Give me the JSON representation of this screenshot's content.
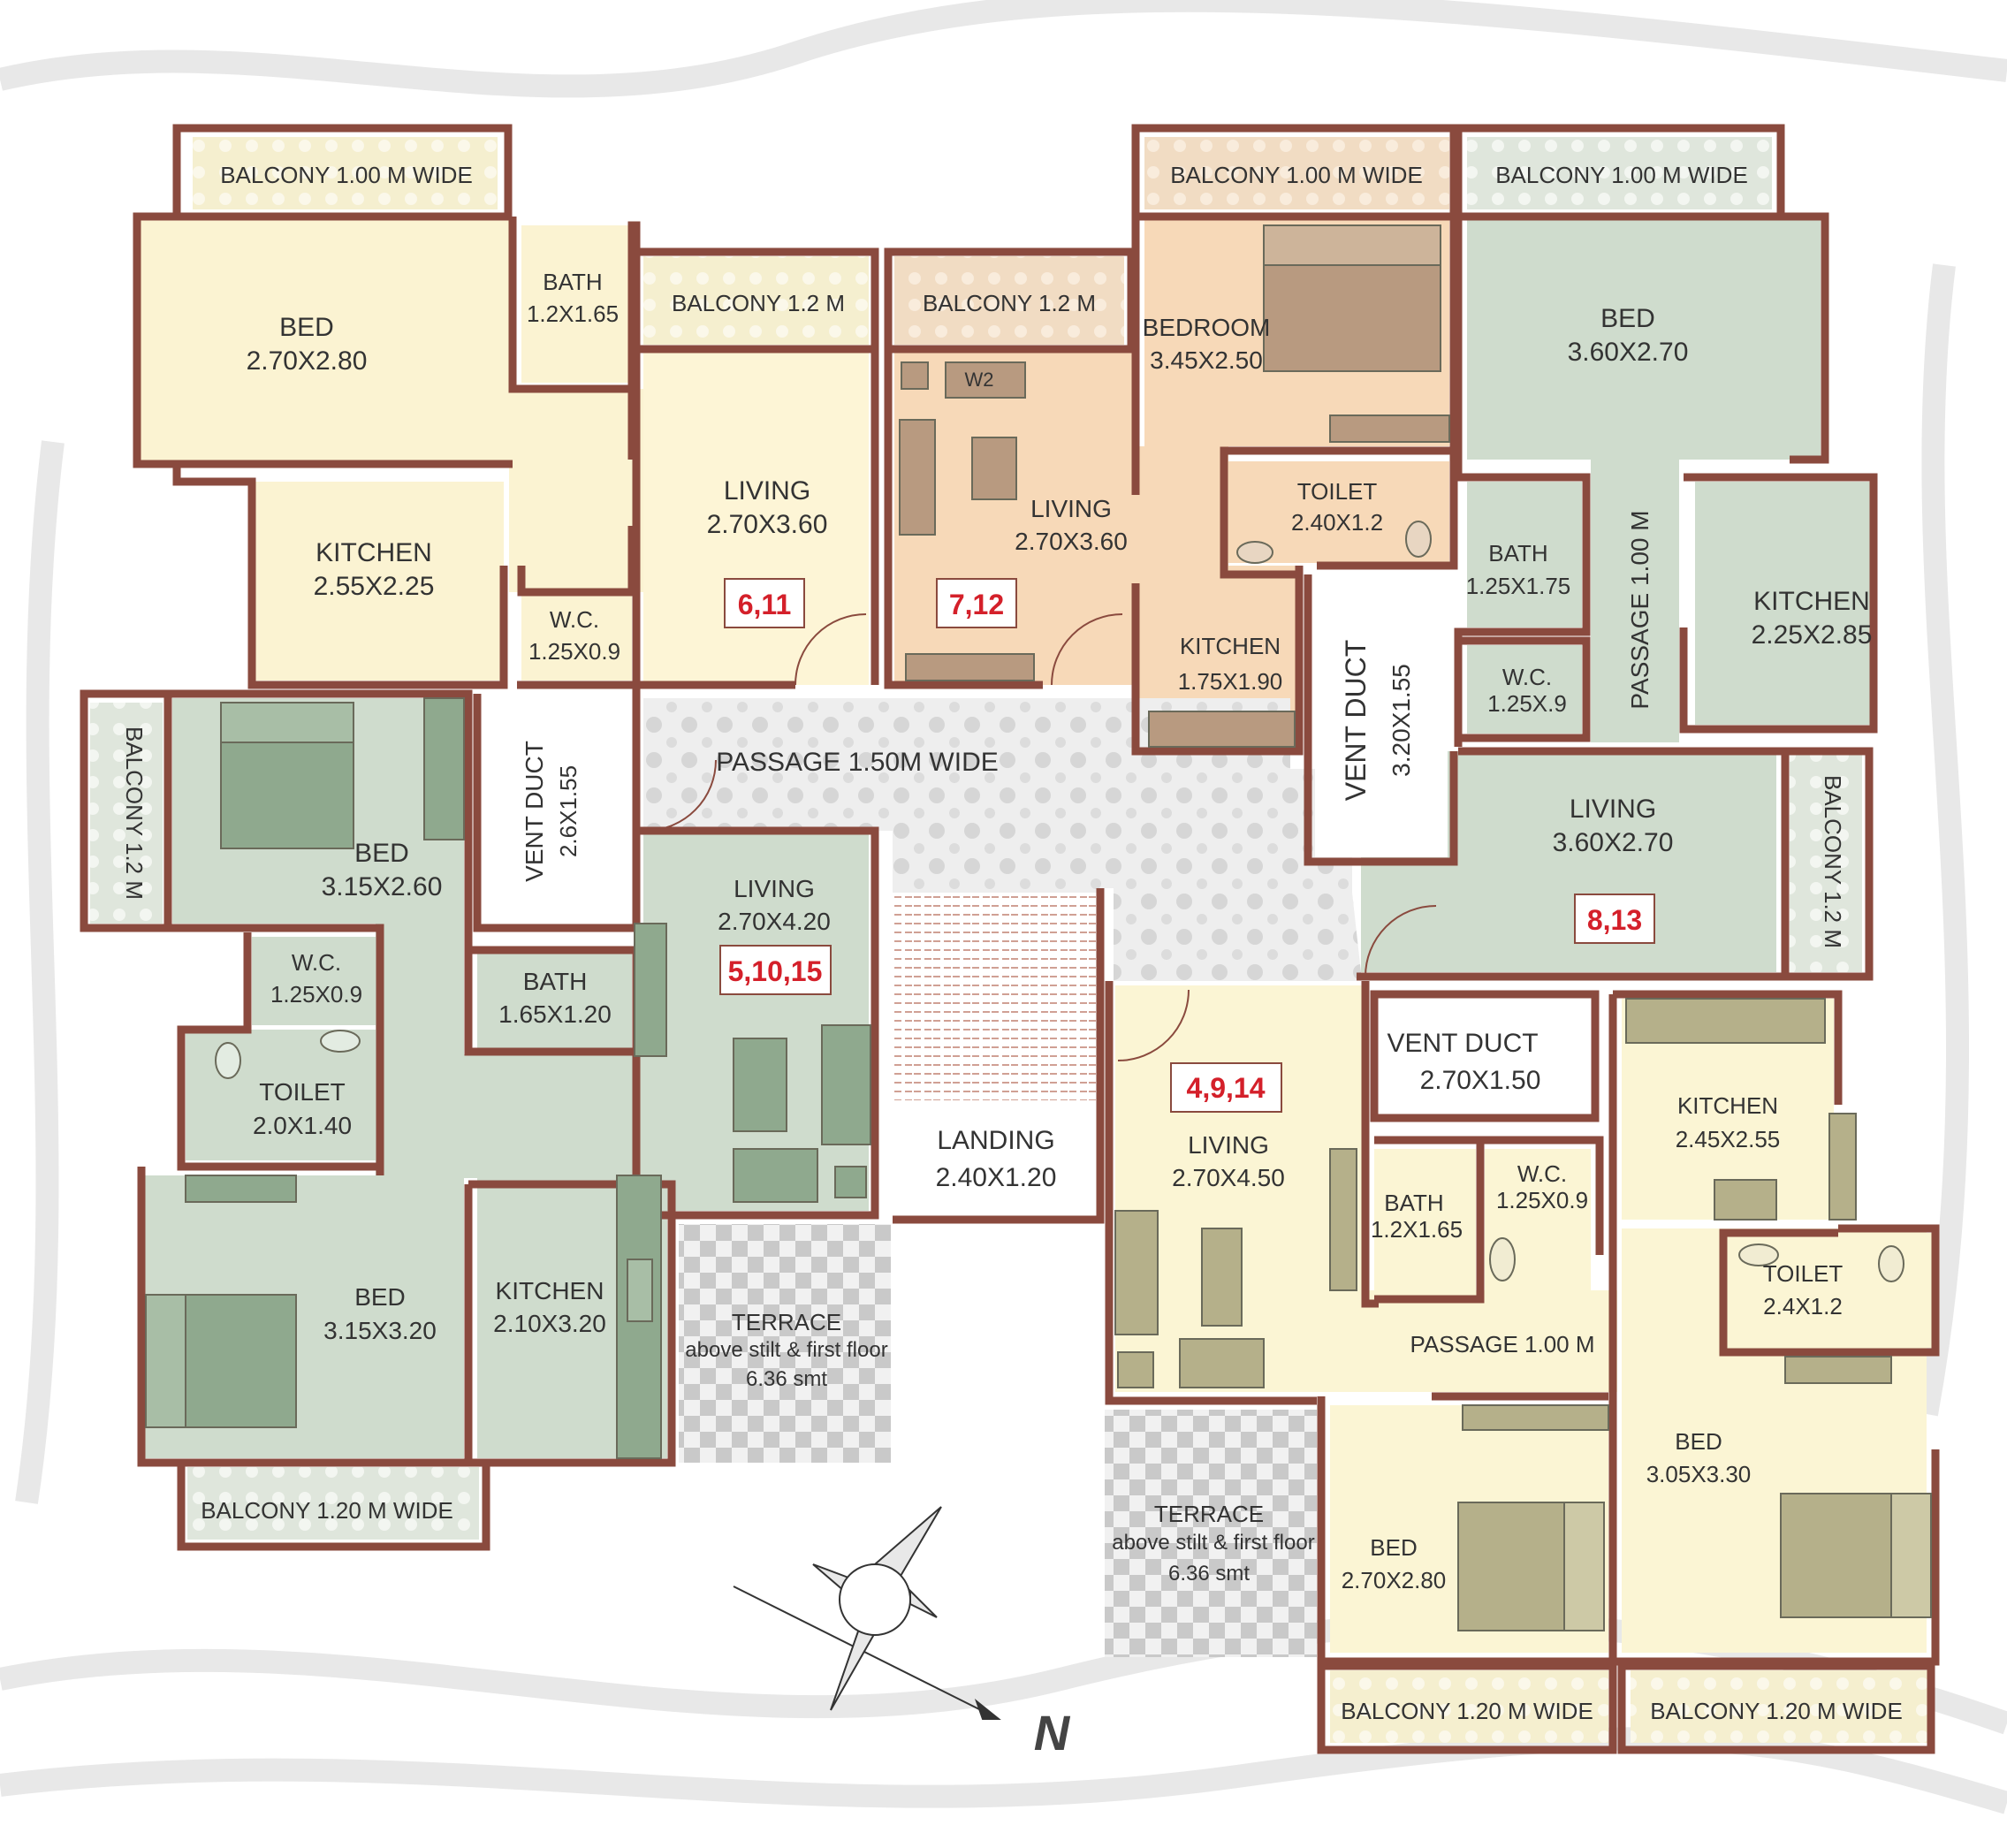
{
  "colors": {
    "wall": "#8a4a3e",
    "yellow_unit": "#fbf3d2",
    "peach_unit": "#f7d9b8",
    "green_unit": "#cfdccd",
    "cream_unit": "#fbf5d4",
    "red_label": "#d4202a"
  },
  "rooms": {
    "balcony_top_left": "BALCONY 1.00 M WIDE",
    "bed_tl_name": "BED",
    "bed_tl_size": "2.70X2.80",
    "bath_tl_name": "BATH",
    "bath_tl_size": "1.2X1.65",
    "balcony_12_a": "BALCONY 1.2 M",
    "living_6_name": "LIVING",
    "living_6_size": "2.70X3.60",
    "unit_6_11": "6,11",
    "kitchen_tl_name": "KITCHEN",
    "kitchen_tl_size": "2.55X2.25",
    "wc_tl_name": "W.C.",
    "wc_tl_size": "1.25X0.9",
    "balcony_12_b": "BALCONY 1.2 M",
    "w2": "W2",
    "living_7_name": "LIVING",
    "living_7_size": "2.70X3.60",
    "unit_7_12": "7,12",
    "balcony_top_mid": "BALCONY 1.00 M WIDE",
    "bedroom_name": "BEDROOM",
    "bedroom_size": "3.45X2.50",
    "toilet_tm_name": "TOILET",
    "toilet_tm_size": "2.40X1.2",
    "kitchen_tm_name": "KITCHEN",
    "kitchen_tm_size": "1.75X1.90",
    "balcony_top_right": "BALCONY 1.00 M WIDE",
    "bed_tr_name": "BED",
    "bed_tr_size": "3.60X2.70",
    "bath_tr_name": "BATH",
    "bath_tr_size": "1.25X1.75",
    "wc_tr_name": "W.C.",
    "wc_tr_size": "1.25X.9",
    "passage_right": "PASSAGE 1.00 M",
    "kitchen_tr_name": "KITCHEN",
    "kitchen_tr_size": "2.25X2.85",
    "vent_duct_big_name": "VENT DUCT",
    "vent_duct_big_size": "3.20X1.55",
    "living_8_name": "LIVING",
    "living_8_size": "3.60X2.70",
    "unit_8_13": "8,13",
    "balcony_right_vert": "BALCONY 1.2 M",
    "passage_main": "PASSAGE 1.50M WIDE",
    "balcony_left_vert": "BALCONY 1.2 M",
    "bed_ml_name": "BED",
    "bed_ml_size": "3.15X2.60",
    "vent_duct_left_name": "VENT DUCT",
    "vent_duct_left_size": "2.6X1.55",
    "living_5_name": "LIVING",
    "living_5_size": "2.70X4.20",
    "unit_5_10_15": "5,10,15",
    "wc_ml_name": "W.C.",
    "wc_ml_size": "1.25X0.9",
    "bath_ml_name": "BATH",
    "bath_ml_size": "1.65X1.20",
    "toilet_ml_name": "TOILET",
    "toilet_ml_size": "2.0X1.40",
    "landing_name": "LANDING",
    "landing_size": "2.40X1.20",
    "bed_bl_name": "BED",
    "bed_bl_size": "3.15X3.20",
    "kitchen_bl_name": "KITCHEN",
    "kitchen_bl_size": "2.10X3.20",
    "terrace_l_name": "TERRACE",
    "terrace_l_note": "above stilt & first floor",
    "terrace_l_area": "6.36 smt",
    "balcony_bottom_left": "BALCONY 1.20 M WIDE",
    "vent_duct_mid_name": "VENT DUCT",
    "vent_duct_mid_size": "2.70X1.50",
    "unit_4_9_14": "4,9,14",
    "living_4_name": "LIVING",
    "living_4_size": "2.70X4.50",
    "bath_br_name": "BATH",
    "bath_br_size": "1.2X1.65",
    "wc_br_name": "W.C.",
    "wc_br_size": "1.25X0.9",
    "kitchen_br_name": "KITCHEN",
    "kitchen_br_size": "2.45X2.55",
    "toilet_br_name": "TOILET",
    "toilet_br_size": "2.4X1.2",
    "passage_bottom": "PASSAGE 1.00 M",
    "bed_bm_name": "BED",
    "bed_bm_size": "2.70X2.80",
    "bed_br_name": "BED",
    "bed_br_size": "3.05X3.30",
    "terrace_r_name": "TERRACE",
    "terrace_r_note": "above stilt & first floor",
    "terrace_r_area": "6.36 smt",
    "balcony_bottom_mid": "BALCONY 1.20 M WIDE",
    "balcony_bottom_right": "BALCONY 1.20 M WIDE"
  },
  "compass": {
    "north_label": "N"
  }
}
